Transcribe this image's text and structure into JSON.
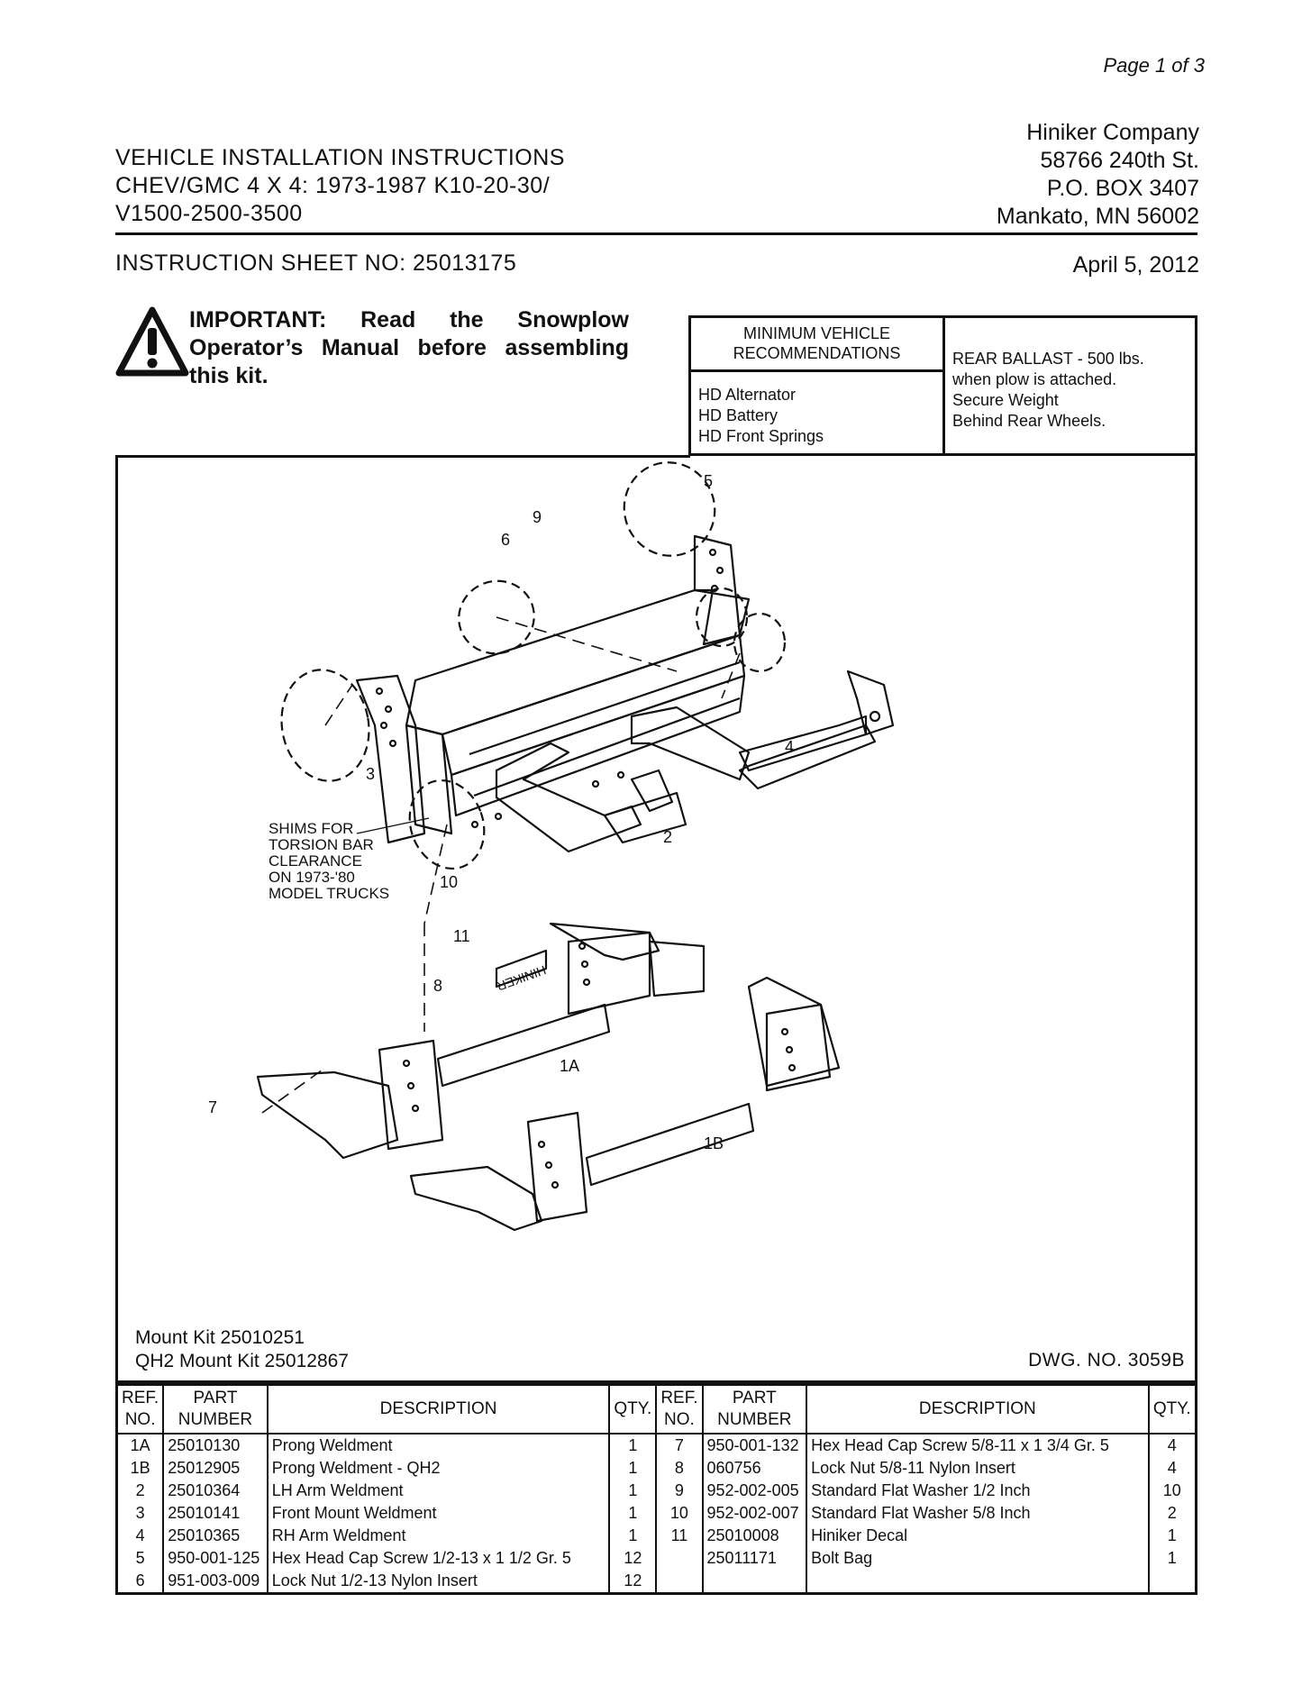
{
  "page": {
    "number": "Page  1 of 3"
  },
  "header": {
    "title_lines": [
      "VEHICLE INSTALLATION INSTRUCTIONS",
      "CHEV/GMC 4 X 4: 1973-1987 K10-20-30/",
      "V1500-2500-3500"
    ],
    "company_lines": [
      "Hiniker Company",
      "58766 240th St.",
      "P.O. BOX 3407",
      "Mankato, MN 56002"
    ],
    "sheet_no": "INSTRUCTION SHEET NO: 25013175",
    "date": "April 5, 2012"
  },
  "warning": {
    "icon": "warning-triangle-icon",
    "text": "IMPORTANT: Read the Snowplow Operator’s Manual before assembling this kit."
  },
  "min_vehicle": {
    "heading": "MINIMUM VEHICLE RECOMMENDATIONS",
    "items": [
      "HD Alternator",
      "HD Battery",
      "HD Front Springs"
    ],
    "ballast": [
      "REAR BALLAST - 500 lbs.",
      "when plow is attached.",
      "Secure Weight",
      "Behind Rear Wheels."
    ]
  },
  "drawing": {
    "callouts": [
      "1A",
      "1B",
      "2",
      "3",
      "4",
      "5",
      "6",
      "7",
      "8",
      "9",
      "10",
      "11"
    ],
    "shim_note": [
      "SHIMS FOR",
      "TORSION BAR",
      "CLEARANCE",
      "ON 1973-'80",
      "MODEL TRUCKS"
    ],
    "decal_text": "HINIKER",
    "kit_lines": [
      "Mount Kit 25010251",
      "QH2 Mount Kit 25012867"
    ],
    "dwg_no": "DWG. NO. 3059B"
  },
  "parts_table": {
    "headers": {
      "ref": "REF. NO.",
      "part": "PART NUMBER",
      "desc": "DESCRIPTION",
      "qty": "QTY."
    },
    "left": [
      {
        "ref": "1A",
        "part": "25010130",
        "desc": "Prong Weldment",
        "qty": "1"
      },
      {
        "ref": "1B",
        "part": "25012905",
        "desc": "Prong Weldment - QH2",
        "qty": "1"
      },
      {
        "ref": "2",
        "part": "25010364",
        "desc": "LH Arm Weldment",
        "qty": "1"
      },
      {
        "ref": "3",
        "part": "25010141",
        "desc": "Front Mount Weldment",
        "qty": "1"
      },
      {
        "ref": "4",
        "part": "25010365",
        "desc": "RH Arm Weldment",
        "qty": "1"
      },
      {
        "ref": "5",
        "part": "950-001-125",
        "desc": "Hex Head Cap Screw 1/2-13 x 1 1/2 Gr. 5",
        "qty": "12"
      },
      {
        "ref": "6",
        "part": "951-003-009",
        "desc": "Lock Nut 1/2-13 Nylon Insert",
        "qty": "12"
      }
    ],
    "right": [
      {
        "ref": "7",
        "part": "950-001-132",
        "desc": "Hex Head Cap Screw 5/8-11 x 1 3/4 Gr. 5",
        "qty": "4"
      },
      {
        "ref": "8",
        "part": "060756",
        "desc": "Lock Nut 5/8-11 Nylon Insert",
        "qty": "4"
      },
      {
        "ref": "9",
        "part": "952-002-005",
        "desc": "Standard Flat Washer 1/2 Inch",
        "qty": "10"
      },
      {
        "ref": "10",
        "part": "952-002-007",
        "desc": "Standard Flat Washer 5/8 Inch",
        "qty": "2"
      },
      {
        "ref": "11",
        "part": "25010008",
        "desc": "Hiniker Decal",
        "qty": "1"
      },
      {
        "ref": "",
        "part": "25011171",
        "desc": "Bolt Bag",
        "qty": "1"
      },
      {
        "ref": "",
        "part": "",
        "desc": "",
        "qty": ""
      }
    ]
  }
}
